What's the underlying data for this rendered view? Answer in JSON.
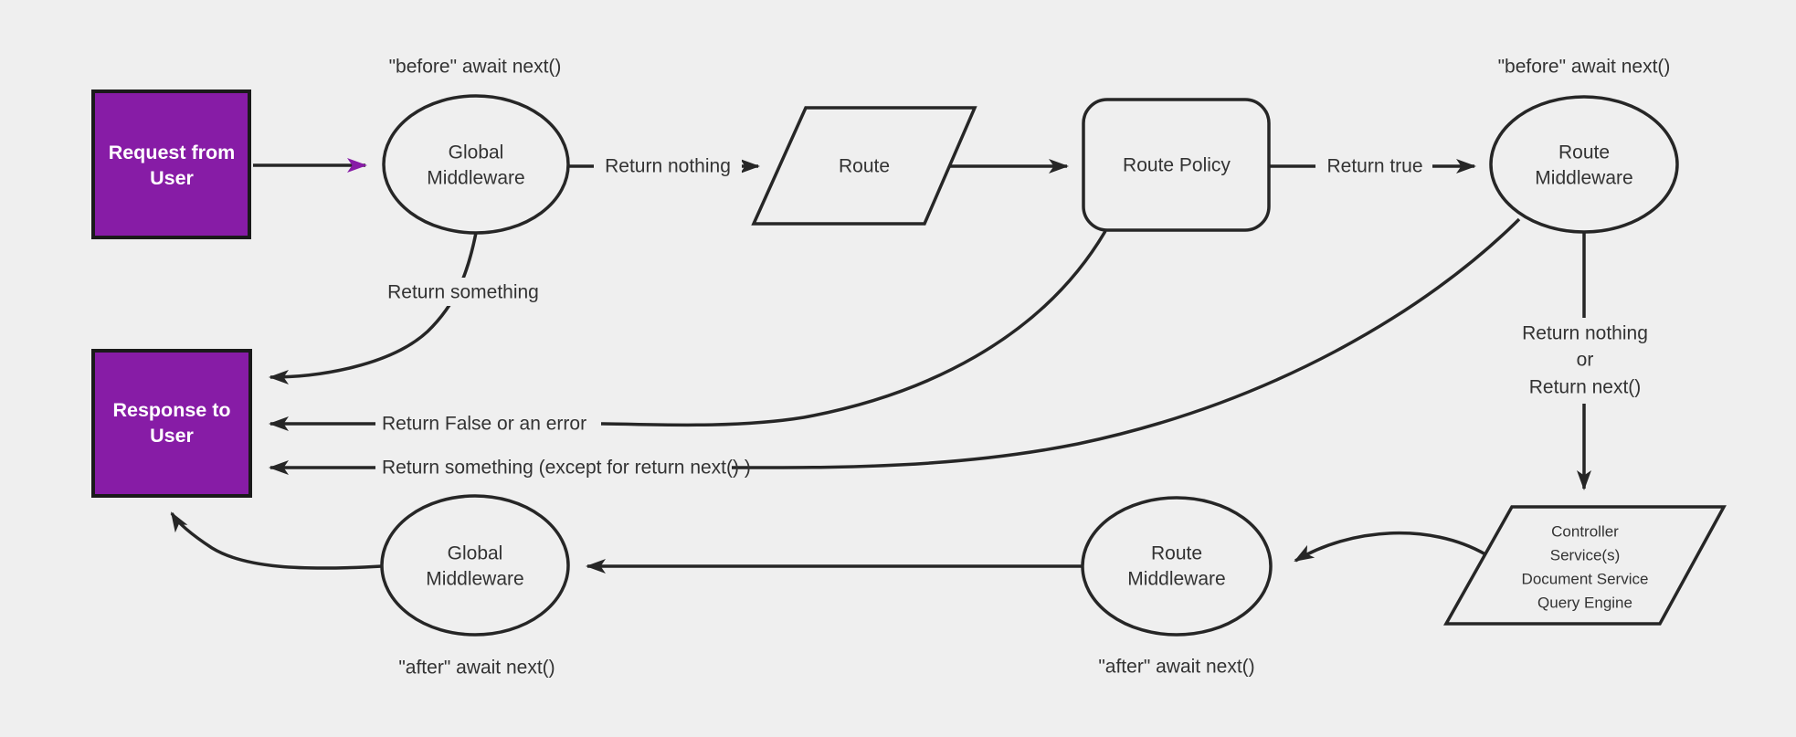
{
  "colors": {
    "background": "#efefef",
    "stroke": "#262626",
    "text": "#333333",
    "purple": "#871ca6",
    "purple_border": "#1a1a1a",
    "white_text": "#ffffff"
  },
  "nodes": {
    "request": {
      "lines": [
        "Request from",
        "User"
      ]
    },
    "global_middleware_top": {
      "lines": [
        "Global",
        "Middleware"
      ]
    },
    "route": {
      "label": "Route"
    },
    "route_policy": {
      "label": "Route Policy"
    },
    "route_middleware_top": {
      "lines": [
        "Route",
        "Middleware"
      ]
    },
    "controller": {
      "lines": [
        "Controller",
        "Service(s)",
        "Document Service",
        "Query Engine"
      ]
    },
    "route_middleware_bottom": {
      "lines": [
        "Route",
        "Middleware"
      ]
    },
    "global_middleware_bottom": {
      "lines": [
        "Global",
        "Middleware"
      ]
    },
    "response": {
      "lines": [
        "Response to",
        "User"
      ]
    }
  },
  "labels": {
    "before_await_left": "\"before\" await next()",
    "before_await_right": "\"before\" await next()",
    "return_nothing": "Return nothing",
    "return_true": "Return true",
    "return_something": "Return something",
    "return_false_or_error": "Return False or an error",
    "return_something_except": "Return something (except for return next() )",
    "return_nothing_or": {
      "lines": [
        "Return nothing",
        "or",
        "Return next()"
      ]
    },
    "after_await_left": "\"after\" await next()",
    "after_await_middle": "\"after\" await next()"
  }
}
